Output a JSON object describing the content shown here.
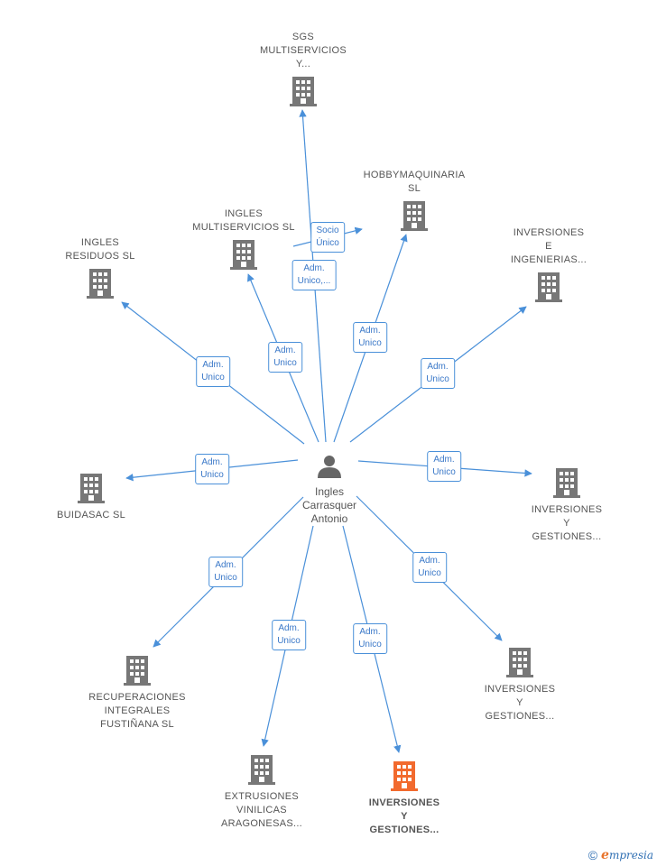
{
  "center": {
    "lines": [
      "Ingles",
      "Carrasquer",
      "Antonio"
    ],
    "icon": "person-icon"
  },
  "companies": [
    {
      "id": "sgs",
      "lines": [
        "SGS",
        "MULTISERVICIOS",
        "Y..."
      ],
      "highlight": false
    },
    {
      "id": "hobbymaquinaria",
      "lines": [
        "HOBBYMAQUINARIA",
        "SL"
      ],
      "highlight": false
    },
    {
      "id": "ingles-multiservicios",
      "lines": [
        "INGLES",
        "MULTISERVICIOS SL"
      ],
      "highlight": false
    },
    {
      "id": "ingles-residuos",
      "lines": [
        "INGLES",
        "RESIDUOS  SL"
      ],
      "highlight": false
    },
    {
      "id": "inversiones-ingenierias",
      "lines": [
        "INVERSIONES",
        "E",
        "INGENIERIAS..."
      ],
      "highlight": false
    },
    {
      "id": "buidasac",
      "lines": [
        "BUIDASAC  SL"
      ],
      "highlight": false
    },
    {
      "id": "inversiones-gestiones-1",
      "lines": [
        "INVERSIONES",
        "Y",
        "GESTIONES..."
      ],
      "highlight": false
    },
    {
      "id": "inversiones-gestiones-2",
      "lines": [
        "INVERSIONES",
        "Y",
        "GESTIONES..."
      ],
      "highlight": false
    },
    {
      "id": "recuperaciones",
      "lines": [
        "RECUPERACIONES",
        "INTEGRALES",
        "FUSTIÑANA  SL"
      ],
      "highlight": false
    },
    {
      "id": "extrusiones",
      "lines": [
        "EXTRUSIONES",
        "VINILICAS",
        "ARAGONESAS..."
      ],
      "highlight": false
    },
    {
      "id": "inversiones-gestiones-3",
      "lines": [
        "INVERSIONES",
        "Y",
        "GESTIONES..."
      ],
      "highlight": true
    }
  ],
  "edges": [
    {
      "id": "e-sgs",
      "lines": [
        "Adm.",
        "Unico,..."
      ]
    },
    {
      "id": "e-socio",
      "lines": [
        "Socio",
        "Único"
      ]
    },
    {
      "id": "e-hobby",
      "lines": [
        "Adm.",
        "Unico"
      ]
    },
    {
      "id": "e-multi",
      "lines": [
        "Adm.",
        "Unico"
      ]
    },
    {
      "id": "e-residuos",
      "lines": [
        "Adm.",
        "Unico"
      ]
    },
    {
      "id": "e-ingenierias",
      "lines": [
        "Adm.",
        "Unico"
      ]
    },
    {
      "id": "e-buidasac",
      "lines": [
        "Adm.",
        "Unico"
      ]
    },
    {
      "id": "e-gestiones-1",
      "lines": [
        "Adm.",
        "Unico"
      ]
    },
    {
      "id": "e-gestiones-2",
      "lines": [
        "Adm.",
        "Unico"
      ]
    },
    {
      "id": "e-recuperaciones",
      "lines": [
        "Adm.",
        "Unico"
      ]
    },
    {
      "id": "e-extrusiones",
      "lines": [
        "Adm.",
        "Unico"
      ]
    },
    {
      "id": "e-gestiones-3",
      "lines": [
        "Adm.",
        "Unico"
      ]
    }
  ],
  "colors": {
    "edge": "#4a90d9",
    "building": "#777777",
    "highlight_building": "#f26a2e",
    "label": "#555555"
  },
  "brand": {
    "copyright": "©",
    "e": "e",
    "rest": "mpresia"
  }
}
